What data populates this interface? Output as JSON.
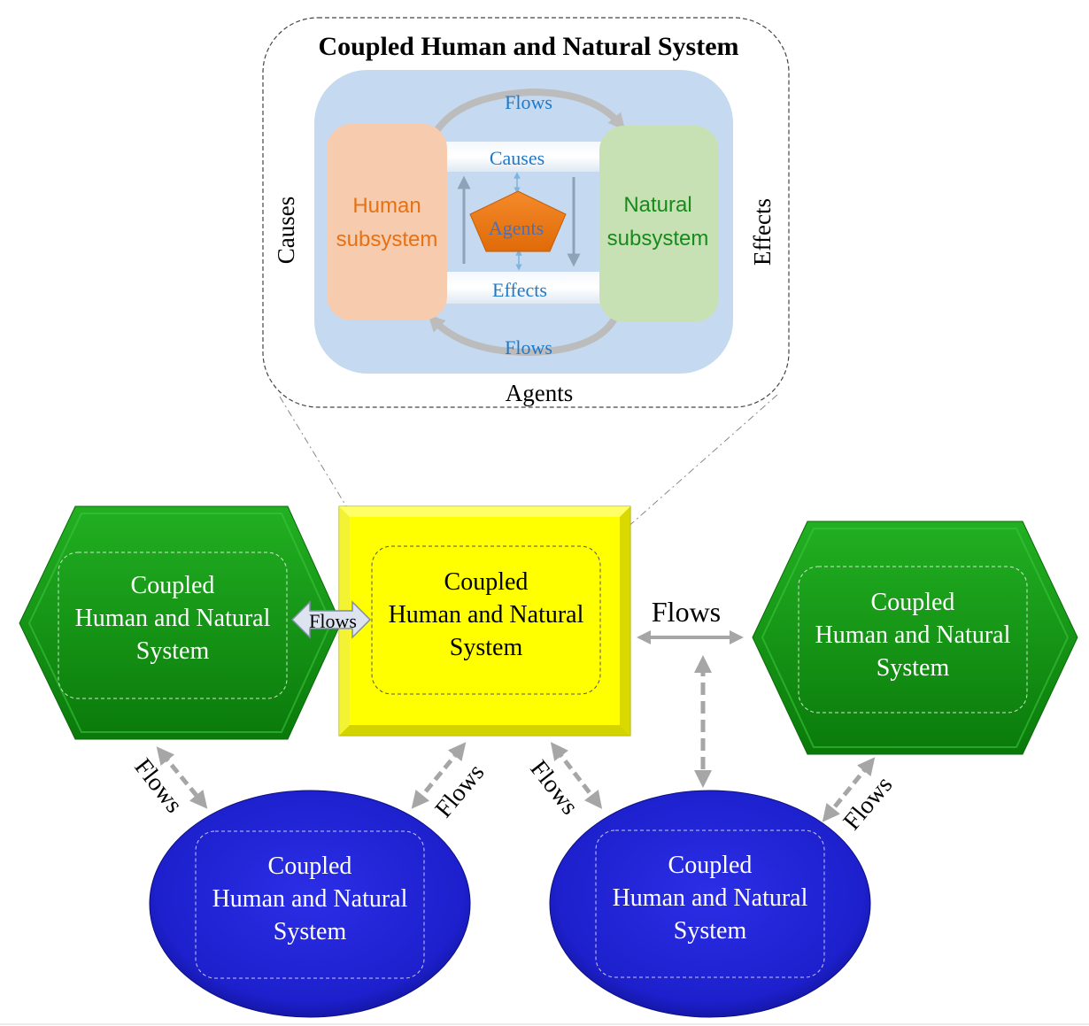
{
  "detail": {
    "title": "Coupled Human and Natural System",
    "side_left": "Causes",
    "side_right": "Effects",
    "bottom": "Agents",
    "top_flow": "Flows",
    "bottom_flow": "Flows",
    "causes_band": "Causes",
    "effects_band": "Effects",
    "human": [
      "Human",
      "subsystem"
    ],
    "natural": [
      "Natural",
      "subsystem"
    ],
    "agents": "Agents"
  },
  "system_label": [
    "Coupled",
    "Human and Natural",
    "System"
  ],
  "flow_label": "Flows",
  "colors": {
    "outer_panel": "#c5daf0",
    "human_box": "#f7cbae",
    "natural_box": "#c7e1b5",
    "human_text": "#e67114",
    "natural_text": "#178a1b",
    "flow_text": "#1f78c8",
    "agents_fill": "#f07a12",
    "green_hexagon": "#139913",
    "yellow_square": "#ffff00",
    "blue_ellipse": "#1f22d2",
    "arrow_gray": "#a6a6a6"
  },
  "icons": [
    "double-arrow-icon",
    "dashed-double-arrow-icon",
    "curved-arrow-icon",
    "pentagon-icon"
  ]
}
